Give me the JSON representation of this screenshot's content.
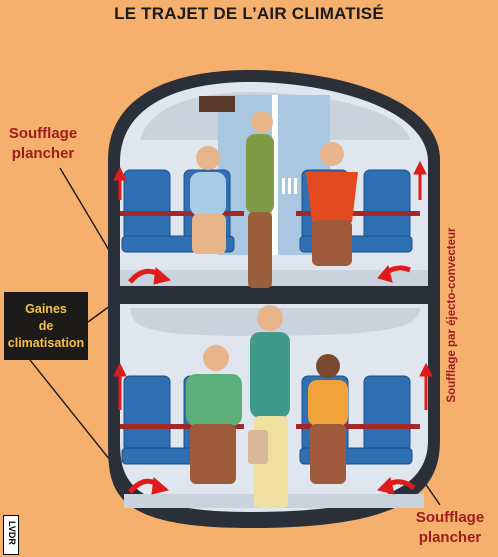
{
  "title": "LE TRAJET DE L’AIR CLIMATISÉ",
  "labels": {
    "soufflage_plancher_top_line1": "Soufflage",
    "soufflage_plancher_top_line2": "plancher",
    "gaines_line1": "Gaines",
    "gaines_line2": "de",
    "gaines_line3": "climatisation",
    "ejecto": "Soufflage par éjecto-convecteur",
    "soufflage_plancher_bottom_line1": "Soufflage",
    "soufflage_plancher_bottom_line2": "plancher",
    "stamp": "LVDR"
  },
  "colors": {
    "background": "#f5b06e",
    "label_red": "#9e1b1e",
    "box_dark": "#1d1a1a",
    "box_text": "#f5c14a",
    "air_arrow": "#e01b1b",
    "seat_blue": "#2f6fb3",
    "hull": "#2b2f38",
    "interior": "#dfe6ee"
  }
}
